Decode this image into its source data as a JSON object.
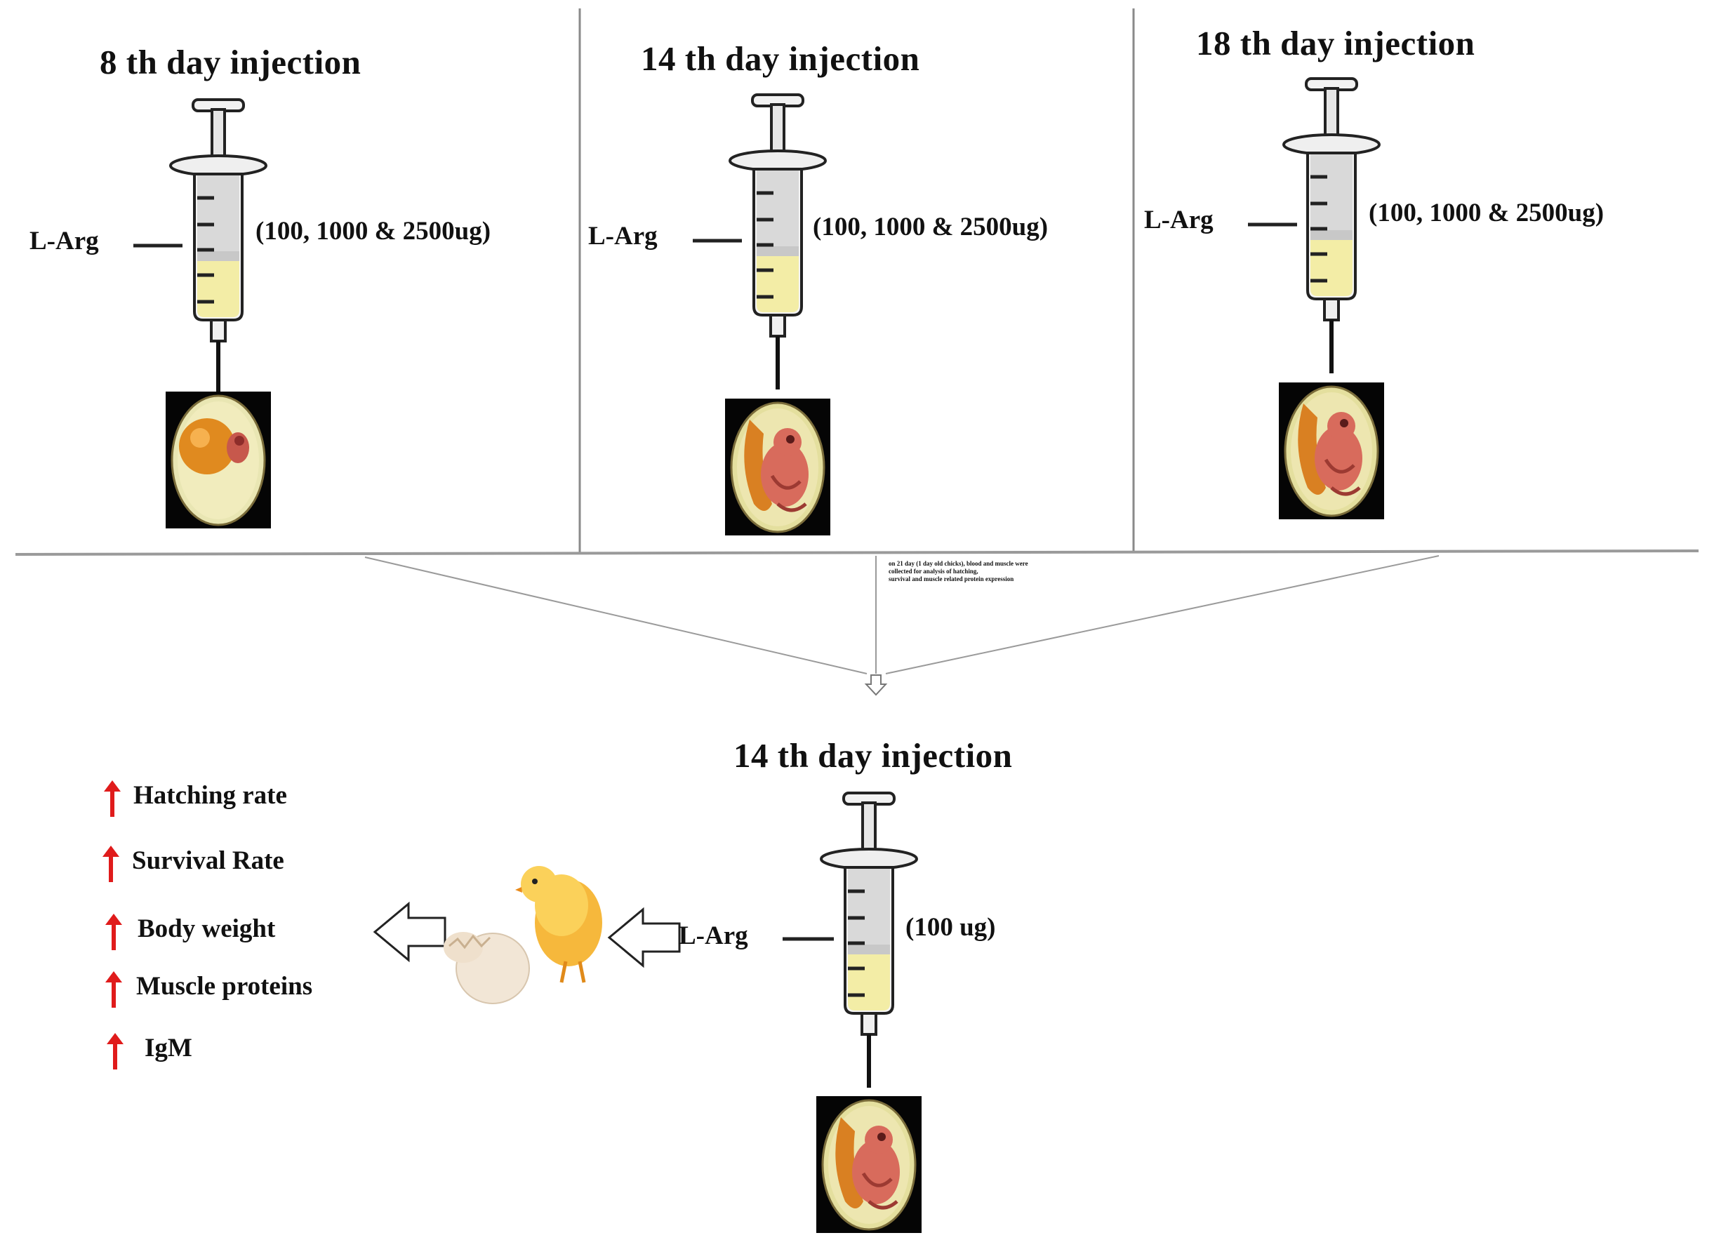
{
  "panels": [
    {
      "title": "8 th day injection",
      "reagent": "L-Arg",
      "dose": "(100, 1000 & 2500ug)"
    },
    {
      "title": "14 th day injection",
      "reagent": "L-Arg",
      "dose": "(100, 1000 & 2500ug)"
    },
    {
      "title": "18 th day injection",
      "reagent": "L-Arg",
      "dose": "(100, 1000 & 2500ug)"
    }
  ],
  "note": {
    "line1": "on 21 day (1 day old chicks), blood and muscle were",
    "line2": "collected for analysis of hatching,",
    "line3": "survival and muscle related protein expression"
  },
  "result": {
    "title": "14 th day injection",
    "reagent": "L-Arg",
    "dose": "(100 ug)"
  },
  "outcomes": [
    "Hatching rate",
    "Survival Rate",
    "Body weight",
    "Muscle proteins",
    "IgM"
  ],
  "colors": {
    "increase_arrow": "#e01b1b",
    "liquid": "#f3eda6",
    "egg_yolk": "#e08a1f",
    "embryo": "#d86b5c"
  }
}
